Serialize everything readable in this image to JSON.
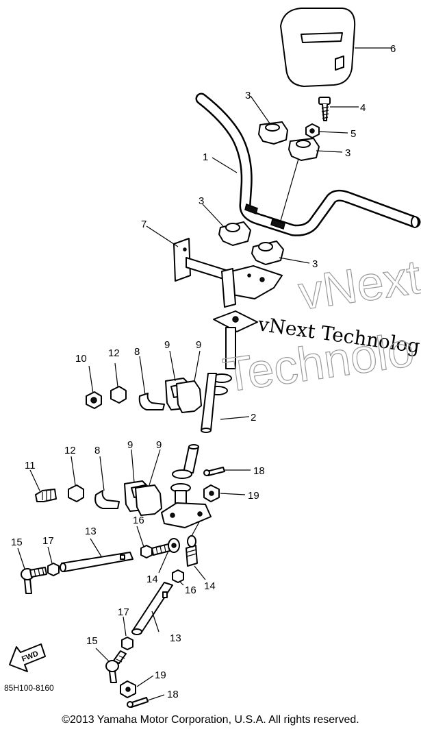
{
  "diagram": {
    "part_numbers": [
      "1",
      "2",
      "3",
      "4",
      "5",
      "6",
      "7",
      "8",
      "9",
      "10",
      "11",
      "12",
      "13",
      "14",
      "15",
      "16",
      "17",
      "18",
      "19"
    ],
    "drawing_code": "85H100-8160",
    "fwd_label": "FWD",
    "watermark": {
      "line1": "vNext Technolog",
      "line2": "vNext",
      "line3": "Technolo"
    }
  },
  "copyright": "©2013 Yamaha Motor Corporation, U.S.A. All rights reserved."
}
